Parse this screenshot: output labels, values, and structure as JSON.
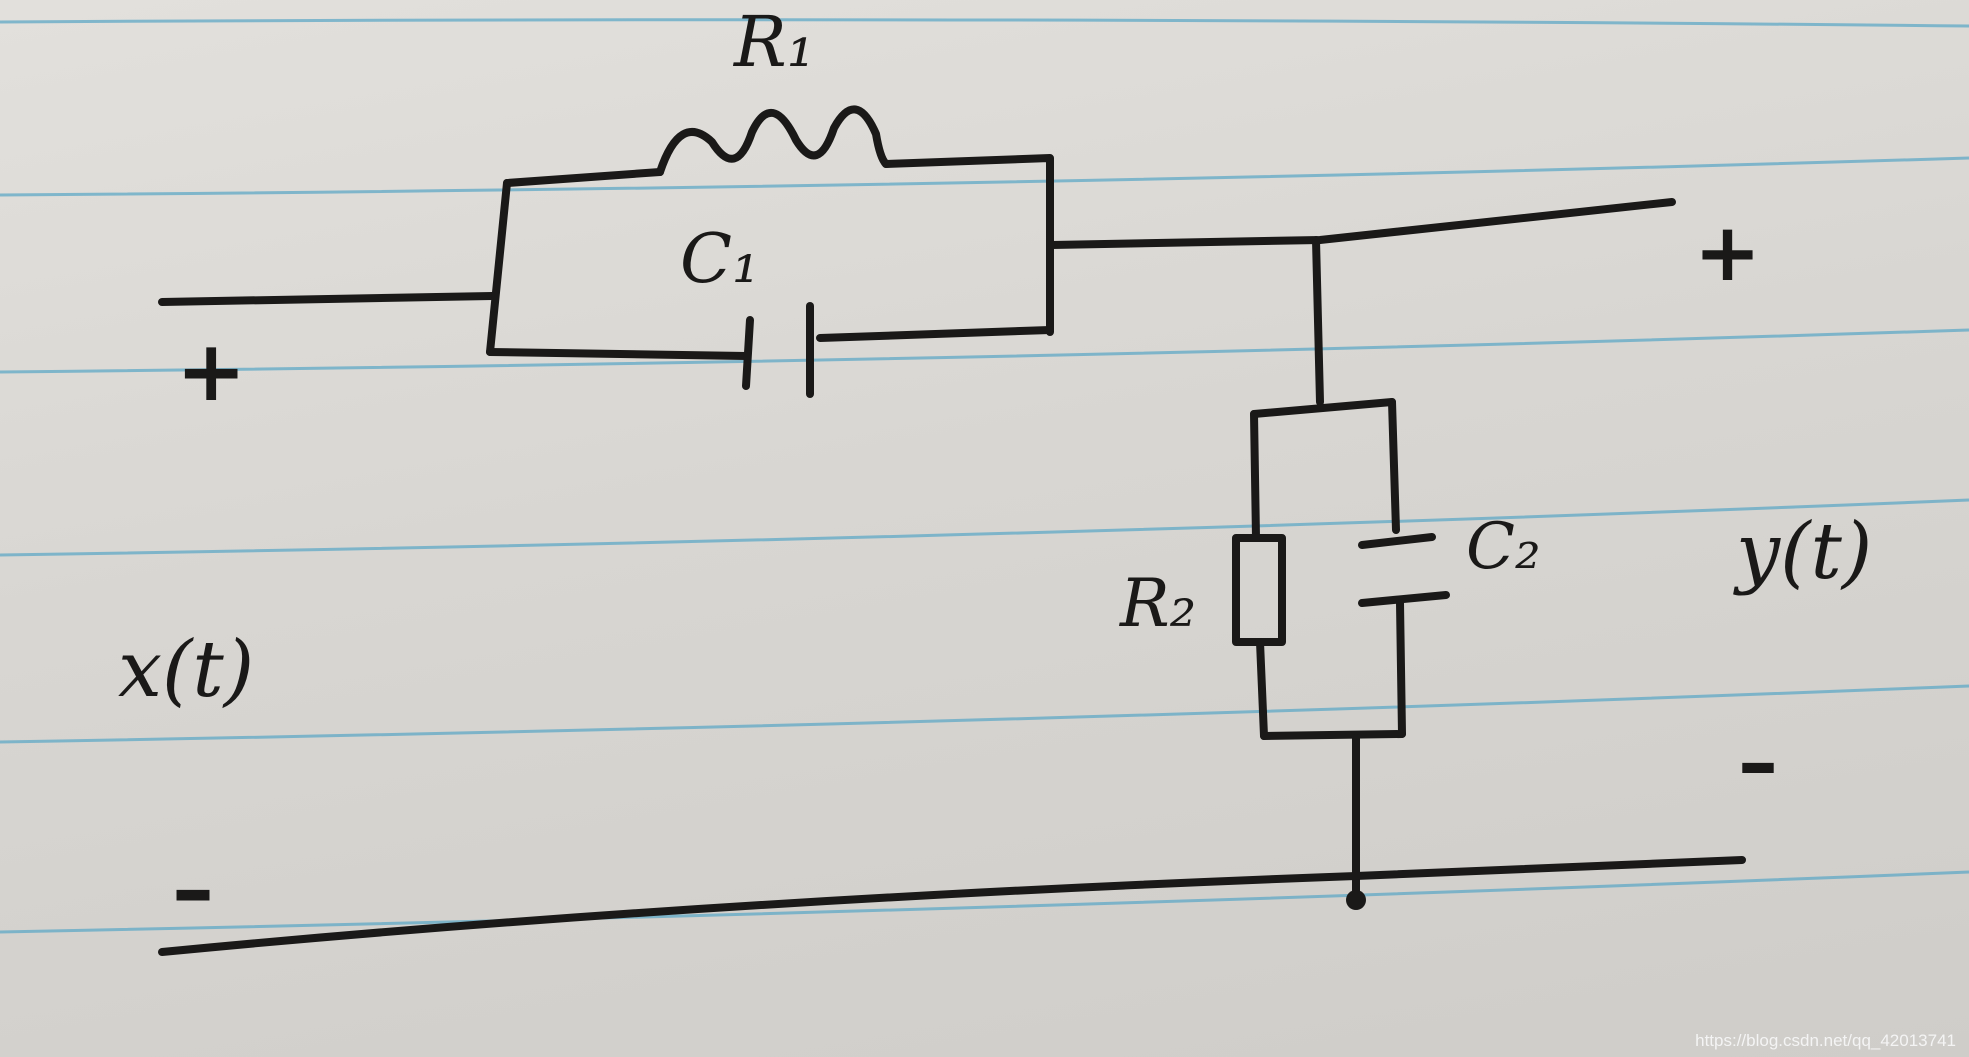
{
  "diagram": {
    "colors": {
      "paper": "#d9d7d3",
      "ink": "#1a1918",
      "ruled_line": "#5fa8c6",
      "credit_text": "#f4f4f4"
    },
    "labels": {
      "r1": "R₁",
      "c1": "C₁",
      "r2": "R₂",
      "c2": "C₂",
      "input_signal": "x(t)",
      "output_signal": "y(t)",
      "input_plus": "+",
      "input_minus": "–",
      "output_plus": "+",
      "output_minus": "–"
    },
    "credit": "https://blog.csdn.net/qq_42013741"
  }
}
